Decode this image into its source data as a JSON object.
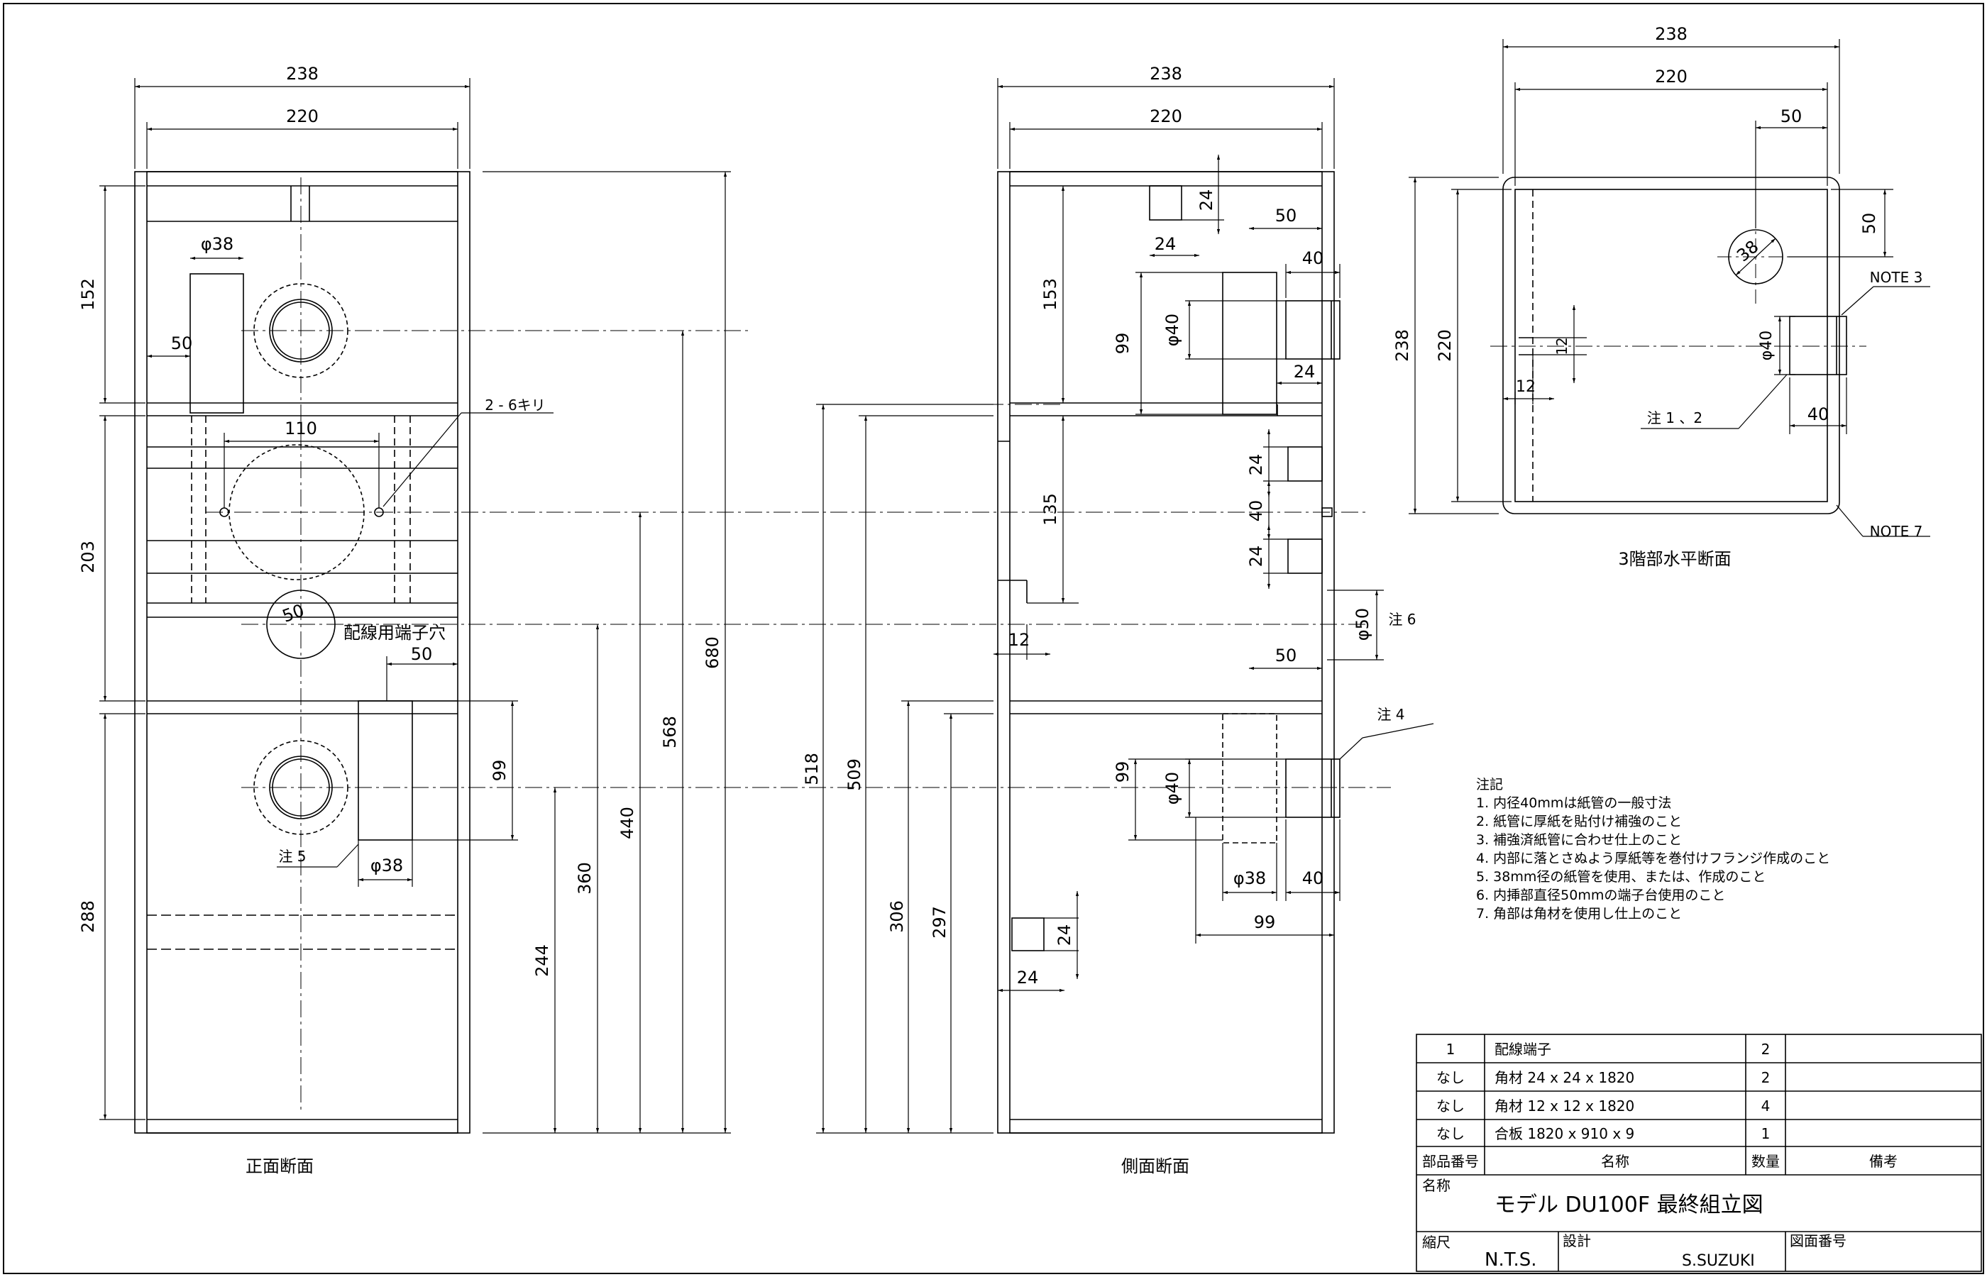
{
  "front_view": {
    "caption": "正面断面",
    "dims": {
      "w238": "238",
      "w220": "220",
      "h152": "152",
      "h203": "203",
      "h288": "288",
      "d50_top": "50",
      "phi38_top": "φ38",
      "d110": "110",
      "hole_note": "2 - 6キリ",
      "port50": "50",
      "port_label": "配線用端子穴",
      "d50_bot": "50",
      "d99": "99",
      "phi38_bot": "φ38",
      "note5": "注 5",
      "v680": "680",
      "v568": "568",
      "v440": "440",
      "v360": "360",
      "v244": "244"
    }
  },
  "side_view": {
    "caption": "側面断面",
    "dims": {
      "w238": "238",
      "w220": "220",
      "v518": "518",
      "v509": "509",
      "v306": "306",
      "v297": "297",
      "d153": "153",
      "d135": "135",
      "d99a": "99",
      "phi40a": "φ40",
      "sq24_h": "24",
      "sq24_w": "24",
      "d50a": "50",
      "d40a": "40",
      "d24a": "24",
      "d24b": "24",
      "d40b": "40",
      "d24c": "24",
      "phi50": "φ50",
      "note6": "注 6",
      "d12": "12",
      "d50b": "50",
      "note4": "注 4",
      "d99b": "99",
      "phi40b": "φ40",
      "phi38": "φ38",
      "d40c": "40",
      "d99c": "99",
      "sq24b_h": "24",
      "sq24b_w": "24"
    }
  },
  "plan_view": {
    "caption": "3階部水平断面",
    "dims": {
      "w238": "238",
      "w220": "220",
      "d50h": "50",
      "d50v": "50",
      "phi38": "38",
      "h238": "238",
      "h220": "220",
      "d12a": "12",
      "d12b": "12",
      "phi40": "φ40",
      "d40": "40",
      "note3": "NOTE 3",
      "note12": "注 1 、2",
      "note7": "NOTE 7"
    }
  },
  "notes": {
    "heading": "注記",
    "items": [
      "1. 内径40mmは紙管の一般寸法",
      "2. 紙管に厚紙を貼付け補強のこと",
      "3. 補強済紙管に合わせ仕上のこと",
      "4. 内部に落とさぬよう厚紙等を巻付けフランジ作成のこと",
      "5. 38mm径の紙管を使用、または、作成のこと",
      "6. 内挿部直径50mmの端子台使用のこと",
      "7. 角部は角材を使用し仕上のこと"
    ]
  },
  "title_block": {
    "parts": [
      {
        "no": "1",
        "name": "配線端子",
        "qty": "2",
        "remark": ""
      },
      {
        "no": "なし",
        "name": "角材 24 x 24 x 1820",
        "qty": "2",
        "remark": ""
      },
      {
        "no": "なし",
        "name": "角材 12 x 12 x 1820",
        "qty": "4",
        "remark": ""
      },
      {
        "no": "なし",
        "name": "合板 1820 x 910 x 9",
        "qty": "1",
        "remark": ""
      }
    ],
    "headers": {
      "no": "部品番号",
      "name": "名称",
      "qty": "数量",
      "remark": "備考"
    },
    "name_label": "名称",
    "drawing_title": "モデル DU100F 最終組立図",
    "scale_label": "縮尺",
    "scale_value": "N.T.S.",
    "design_label": "設計",
    "designer": "S.SUZUKI",
    "drawing_no_label": "図面番号",
    "drawing_no": ""
  }
}
